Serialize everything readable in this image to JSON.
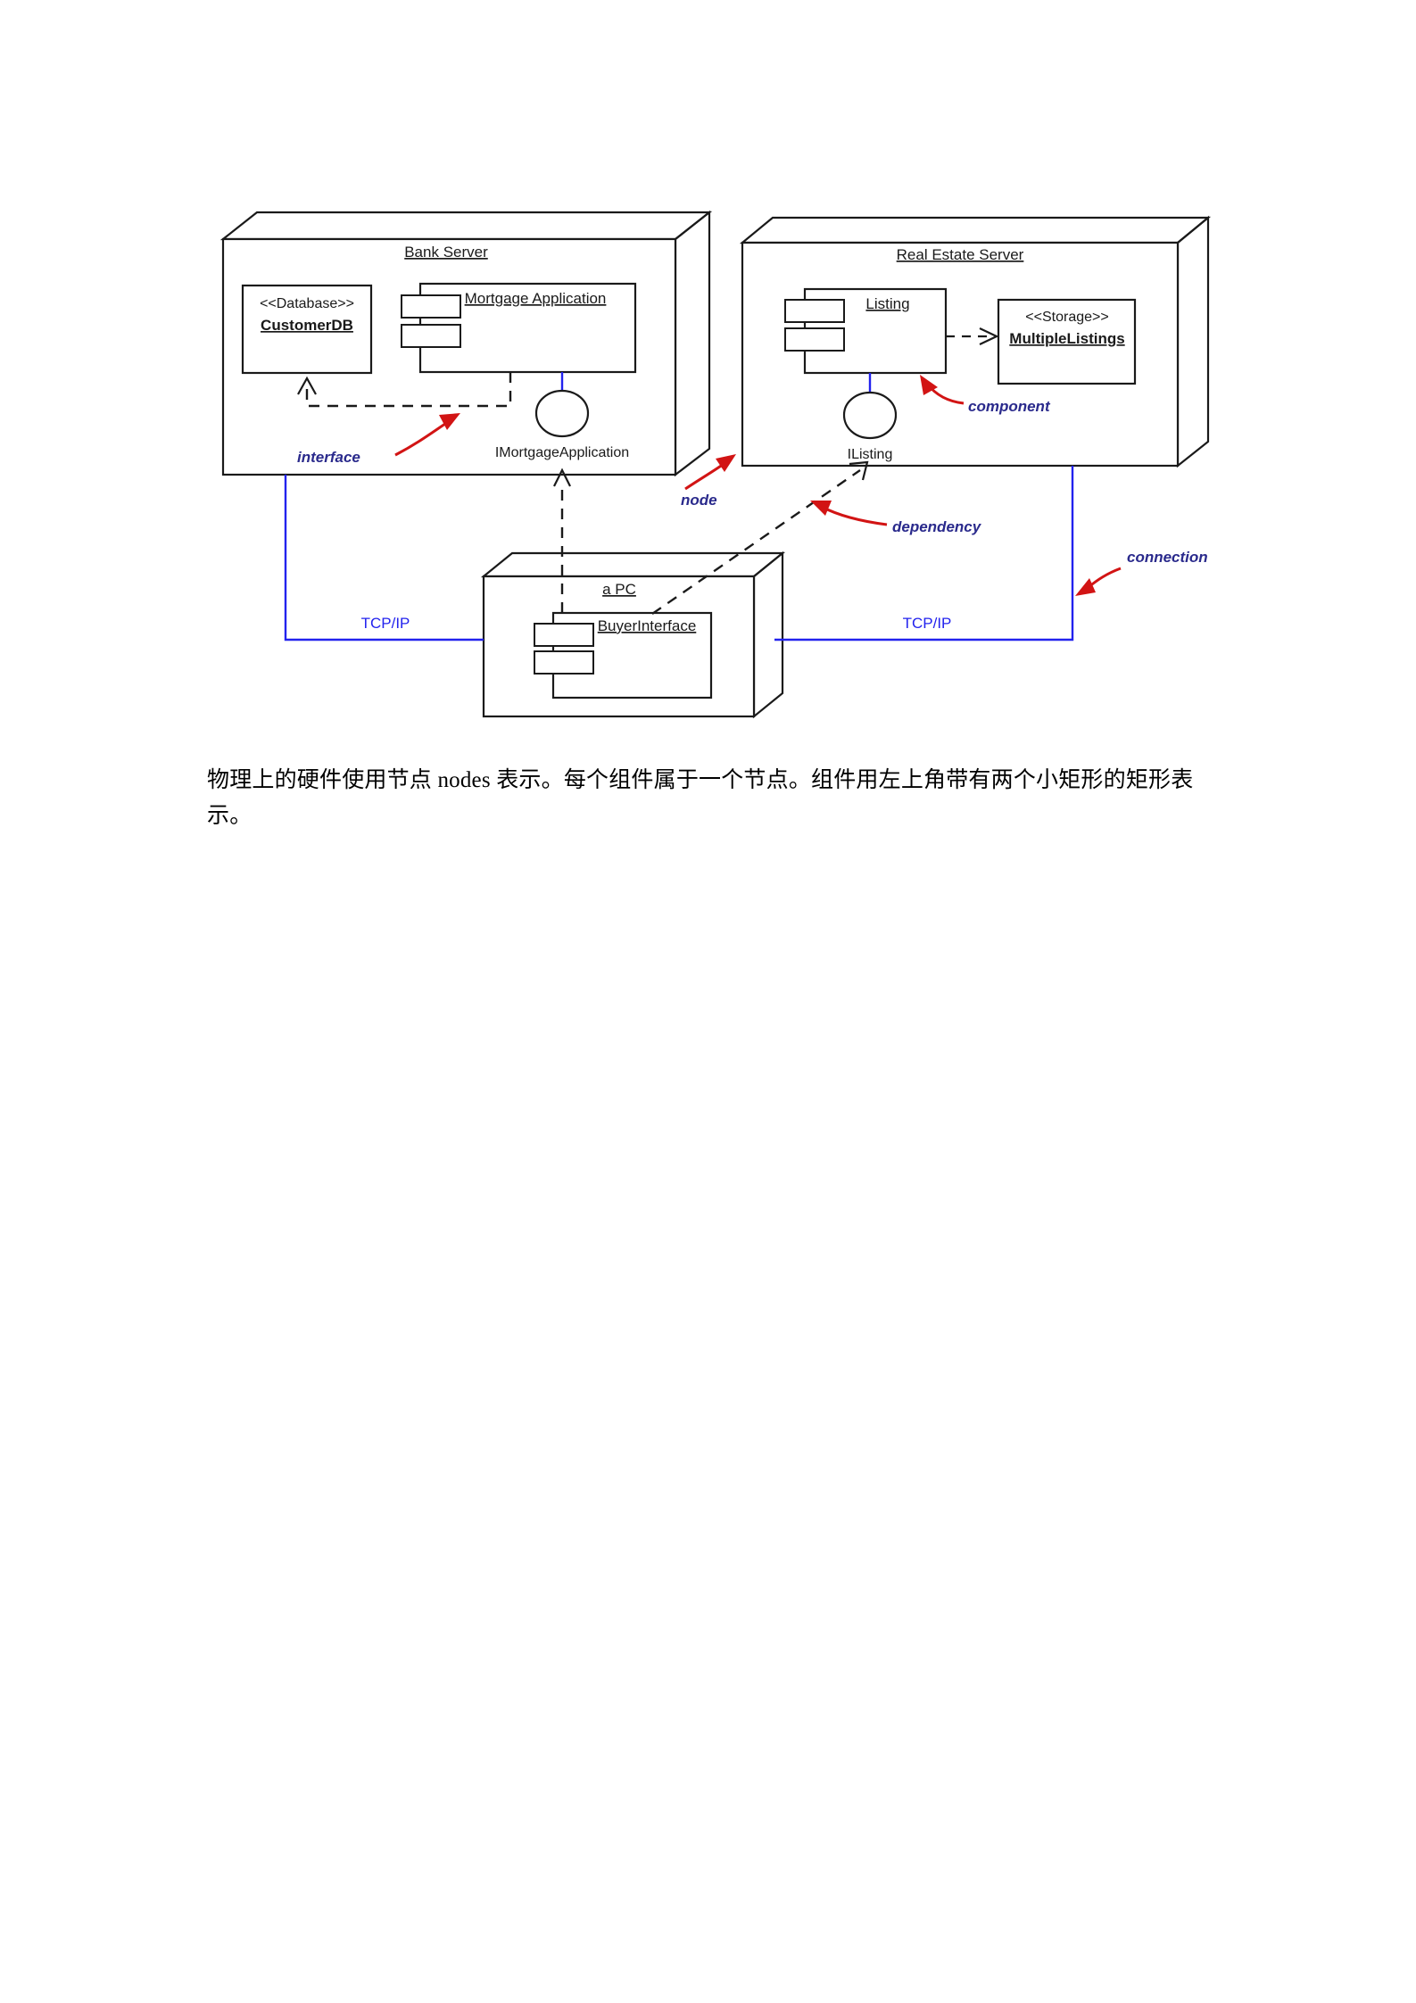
{
  "document": {
    "caption": "物理上的硬件使用节点 nodes 表示。每个组件属于一个节点。组件用左上角带有两个小矩形的矩形表示。"
  },
  "colors": {
    "outline": "#1a1a1a",
    "connection": "#2222ee",
    "annotation_text": "#2a2a8c",
    "annotation_arrow": "#d21414",
    "background": "#ffffff"
  },
  "diagram": {
    "type": "uml-deployment-diagram",
    "nodes": [
      {
        "id": "bank-server",
        "label": "Bank Server",
        "components": [
          {
            "id": "mortgage-application",
            "label": "Mortgage Application",
            "kind": "component"
          }
        ],
        "artifacts": [
          {
            "id": "customer-db",
            "stereotype": "<<Database>>",
            "label": "CustomerDB"
          }
        ],
        "interfaces": [
          {
            "id": "imortgageapplication",
            "label": "IMortgageApplication"
          }
        ]
      },
      {
        "id": "real-estate-server",
        "label": "Real Estate Server",
        "components": [
          {
            "id": "listing",
            "label": "Listing",
            "kind": "component"
          }
        ],
        "artifacts": [
          {
            "id": "multiple-listings",
            "stereotype": "<<Storage>>",
            "label": "MultipleListings"
          }
        ],
        "interfaces": [
          {
            "id": "ilisting",
            "label": "IListing"
          }
        ]
      },
      {
        "id": "a-pc",
        "label": "a PC",
        "components": [
          {
            "id": "buyer-interface",
            "label": "BuyerInterface",
            "kind": "component"
          }
        ],
        "artifacts": [],
        "interfaces": []
      }
    ],
    "connections": [
      {
        "id": "conn-bank-pc",
        "label": "TCP/IP",
        "from": "bank-server",
        "to": "a-pc"
      },
      {
        "id": "conn-pc-real-estate",
        "label": "TCP/IP",
        "from": "a-pc",
        "to": "real-estate-server"
      }
    ],
    "dependencies": [
      {
        "id": "dep-mortgage-customerdb",
        "from": "mortgage-application",
        "to": "customer-db"
      },
      {
        "id": "dep-listing-multiplelistings",
        "from": "listing",
        "to": "multiple-listings"
      },
      {
        "id": "dep-pc-imortgage",
        "from": "buyer-interface",
        "to": "imortgageapplication"
      },
      {
        "id": "dep-pc-ilisting",
        "from": "buyer-interface",
        "to": "ilisting"
      }
    ],
    "annotations": [
      {
        "id": "anno-interface",
        "label": "interface",
        "points_to": "imortgageapplication"
      },
      {
        "id": "anno-component",
        "label": "component",
        "points_to": "listing"
      },
      {
        "id": "anno-node",
        "label": "node",
        "points_to": "real-estate-server"
      },
      {
        "id": "anno-dependency",
        "label": "dependency",
        "points_to": "dep-pc-ilisting"
      },
      {
        "id": "anno-connection",
        "label": "connection",
        "points_to": "conn-pc-real-estate"
      }
    ]
  }
}
